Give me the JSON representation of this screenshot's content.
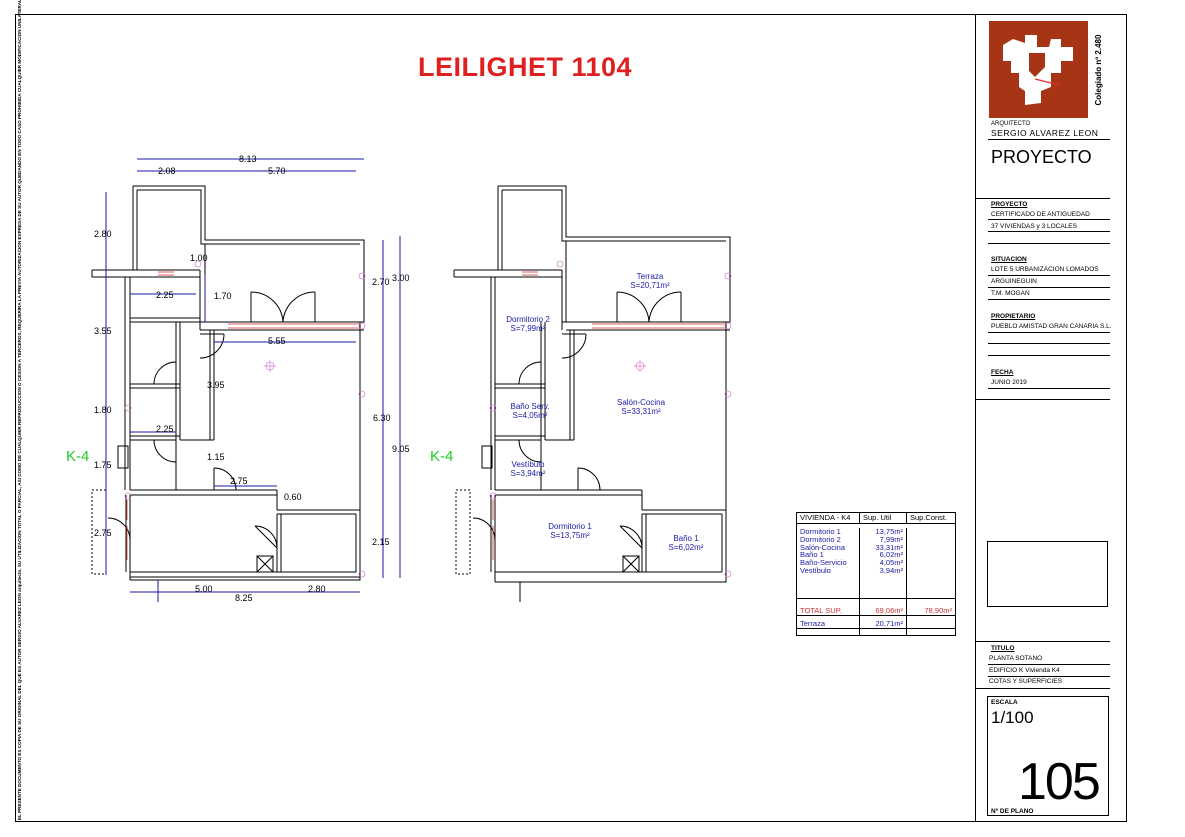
{
  "title": "LEILIGHET 1104",
  "side_note": "EL PRESENTE DOCUMENTO ES COPIA DE SU ORIGINAL DEL QUE ES AUTOR SERGIO ALVAREZ LEON arquitecto. SU UTILIZACION TOTAL O PARCIAL, ASI COMO DE CUALQUIER REPRODUCCION O CESION A TERCEROS, REQUERIRA LA PREVIA AUTORIZACION EXPRESA DE SU AUTOR QUEDANDO EN TODO CASO PROHIBIDA CUALQUIER MODIFICACION UNILATERAL DEL MISMO.",
  "titleblock": {
    "colegiado": "Colegiado nº 2.480",
    "arquitecto_label": "ARQUITECTO",
    "arquitecto": "SERGIO ALVAREZ LEON",
    "proyecto_heading": "PROYECTO",
    "proyecto_label": "PROYECTO",
    "proyecto_lines": [
      "CERTIFICADO DE ANTIGUEDAD",
      "37 VIVIENDAS y 3 LOCALES"
    ],
    "situacion_label": "SITUACION",
    "situacion_lines": [
      "LOTE 5 URBANIZACION LOMADOS",
      "ARGUINEGUIN",
      "T.M. MOGAN"
    ],
    "propietario_label": "PROPIETARIO",
    "propietario_lines": [
      "PUEBLO AMISTAD GRAN CANARIA S.L."
    ],
    "fecha_label": "FECHA",
    "fecha": "JUNIO 2019",
    "titulo_label": "TITULO",
    "titulo_lines": [
      "PLANTA SOTANO",
      "EDIFICIO K Vivienda K4",
      "COTAS Y SUPERFICIES"
    ],
    "escala_label": "ESCALA",
    "escala": "1/100",
    "plano_number": "105",
    "plano_label": "Nº DE PLANO"
  },
  "plan_left": {
    "k4_label": "K-4",
    "dims": {
      "d813": "8.13",
      "d208": "2.08",
      "d570": "5.70",
      "d280v": "2.80",
      "d100": "1.00",
      "d225a": "2.25",
      "d170": "1.70",
      "d270": "2.70",
      "d300": "3.00",
      "d355": "3.55",
      "d555": "5.55",
      "d395": "3.95",
      "d180": "1.80",
      "d225b": "2.25",
      "d630": "6.30",
      "d905": "9.05",
      "d175": "1.75",
      "d115": "1.15",
      "d275a": "2.75",
      "d060": "0.60",
      "d275b": "2.75",
      "d215": "2.15",
      "d500": "5.00",
      "d280h": "2.80",
      "d825": "8.25"
    }
  },
  "plan_right": {
    "k4_label": "K-4",
    "rooms": [
      {
        "name": "Terraza",
        "area": "S=20,71m²"
      },
      {
        "name": "Dormitorio 2",
        "area": "S=7,99m²"
      },
      {
        "name": "Salón-Cocina",
        "area": "S=33,31m²"
      },
      {
        "name": "Baño Serv.",
        "area": "S=4,05m²"
      },
      {
        "name": "Vestíbulo",
        "area": "S=3,94m²"
      },
      {
        "name": "Dormitorio 1",
        "area": "S=13,75m²"
      },
      {
        "name": "Baño 1",
        "area": "S=6,02m²"
      }
    ]
  },
  "surface_table": {
    "headers": [
      "VIVIENDA - K4",
      "Sup. Util",
      "Sup.Const."
    ],
    "rows": [
      {
        "name": "Dormitorio 1",
        "util": "13,75m²"
      },
      {
        "name": "Dormitorio 2",
        "util": "7,99m²"
      },
      {
        "name": "Salón-Cocina",
        "util": "33,31m²"
      },
      {
        "name": "Baño 1",
        "util": "6,02m²"
      },
      {
        "name": "Baño-Servicio",
        "util": "4,05m²"
      },
      {
        "name": "Vestíbulo",
        "util": "3,94m²"
      }
    ],
    "total_label": "TOTAL SUP.",
    "total_util": "69,06m²",
    "total_const": "78,90m²",
    "terraza_label": "Terraza",
    "terraza_util": "20,71m²"
  },
  "colors": {
    "title": "#e02020",
    "logo": "#a83416",
    "plan_text": "#1a1aa8",
    "k4": "#22cc22",
    "total": "#cc3333"
  }
}
